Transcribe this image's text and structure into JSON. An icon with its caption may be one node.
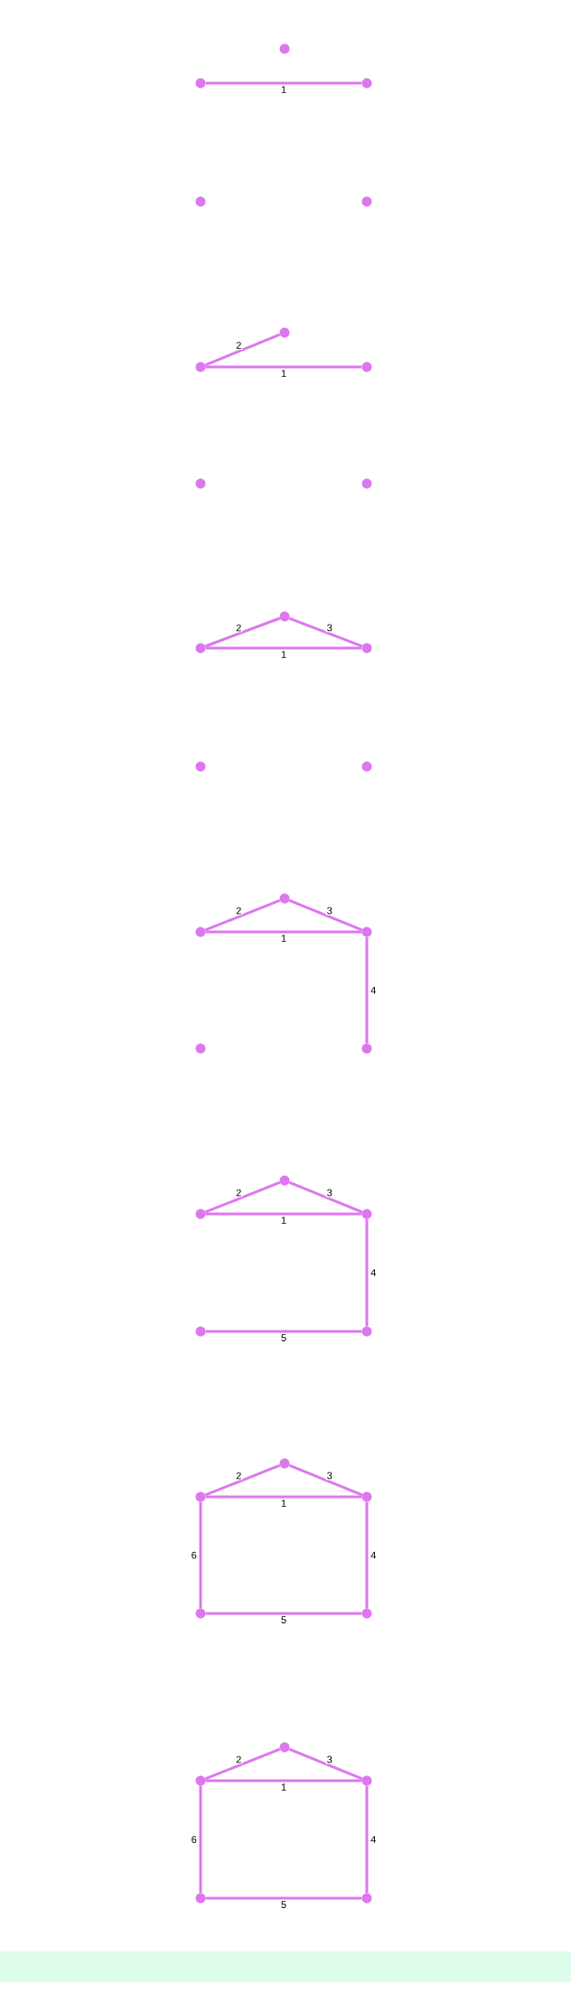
{
  "diagram": {
    "nodes": [
      {
        "text": [],
        "shape": "circle"
      },
      {
        "text": [],
        "shape": "circle"
      },
      {
        "text": [],
        "shape": "circle"
      },
      {
        "text": [],
        "shape": "circle"
      },
      {
        "text": [],
        "shape": "circle"
      },
      {
        "text": [],
        "shape": "circle"
      },
      {
        "text": [],
        "shape": "circle"
      },
      {
        "text": [],
        "shape": "circle"
      },
      {
        "text": [],
        "shape": "circle"
      },
      {
        "text": [],
        "shape": "circle"
      },
      {
        "text": [],
        "shape": "circle"
      },
      {
        "text": [],
        "shape": "circle"
      },
      {
        "text": [],
        "shape": "circle"
      },
      {
        "text": [],
        "shape": "circle"
      },
      {
        "text": [],
        "shape": "circle"
      },
      {
        "text": [],
        "shape": "circle"
      },
      {
        "text": [],
        "shape": "circle"
      },
      {
        "text": [],
        "shape": "circle"
      },
      {
        "text": [],
        "shape": "circle"
      },
      {
        "text": [],
        "shape": "circle"
      },
      {
        "text": [],
        "shape": "circle"
      },
      {
        "text": [],
        "shape": "circle"
      },
      {
        "text": [],
        "shape": "circle"
      },
      {
        "text": [],
        "shape": "circle"
      },
      {
        "text": [],
        "shape": "circle"
      },
      {
        "text": [],
        "shape": "circle"
      },
      {
        "text": [],
        "shape": "circle"
      },
      {
        "text": [],
        "shape": "circle"
      },
      {
        "text": [],
        "shape": "circle"
      },
      {
        "text": [],
        "shape": "circle"
      },
      {
        "text": [],
        "shape": "circle"
      },
      {
        "text": [],
        "shape": "circle"
      },
      {
        "text": [],
        "shape": "circle"
      },
      {
        "text": [],
        "shape": "circle"
      },
      {
        "text": [],
        "shape": "circle"
      }
    ],
    "edges": [
      {
        "from": 1,
        "to": 2,
        "arrow": "none",
        "label": "1"
      },
      {
        "from": 6,
        "to": 7,
        "arrow": "none",
        "label": "1"
      },
      {
        "from": 6,
        "to": 5,
        "arrow": "none",
        "label": "2"
      },
      {
        "from": 11,
        "to": 12,
        "arrow": "none",
        "label": "1"
      },
      {
        "from": 11,
        "to": 10,
        "arrow": "none",
        "label": "2"
      },
      {
        "from": 10,
        "to": 12,
        "arrow": "none",
        "label": "3"
      },
      {
        "from": 16,
        "to": 17,
        "arrow": "none",
        "label": "1"
      },
      {
        "from": 16,
        "to": 15,
        "arrow": "none",
        "label": "2"
      },
      {
        "from": 15,
        "to": 17,
        "arrow": "none",
        "label": "3"
      },
      {
        "from": 17,
        "to": 19,
        "arrow": "none",
        "label": "4"
      },
      {
        "from": 21,
        "to": 22,
        "arrow": "none",
        "label": "1"
      },
      {
        "from": 21,
        "to": 20,
        "arrow": "none",
        "label": "2"
      },
      {
        "from": 20,
        "to": 22,
        "arrow": "none",
        "label": "3"
      },
      {
        "from": 22,
        "to": 24,
        "arrow": "none",
        "label": "4"
      },
      {
        "from": 23,
        "to": 24,
        "arrow": "none",
        "label": "5"
      },
      {
        "from": 26,
        "to": 27,
        "arrow": "none",
        "label": "1"
      },
      {
        "from": 26,
        "to": 25,
        "arrow": "none",
        "label": "2"
      },
      {
        "from": 25,
        "to": 27,
        "arrow": "none",
        "label": "3"
      },
      {
        "from": 27,
        "to": 29,
        "arrow": "none",
        "label": "4"
      },
      {
        "from": 28,
        "to": 29,
        "arrow": "none",
        "label": "5"
      },
      {
        "from": 28,
        "to": 26,
        "arrow": "none",
        "label": "6"
      },
      {
        "from": 31,
        "to": 32,
        "arrow": "none",
        "label": "1"
      },
      {
        "from": 31,
        "to": 30,
        "arrow": "none",
        "label": "2"
      },
      {
        "from": 30,
        "to": 32,
        "arrow": "none",
        "label": "3"
      },
      {
        "from": 32,
        "to": 34,
        "arrow": "none",
        "label": "4"
      },
      {
        "from": 33,
        "to": 34,
        "arrow": "none",
        "label": "5"
      },
      {
        "from": 33,
        "to": 31,
        "arrow": "none",
        "label": "6"
      }
    ]
  }
}
